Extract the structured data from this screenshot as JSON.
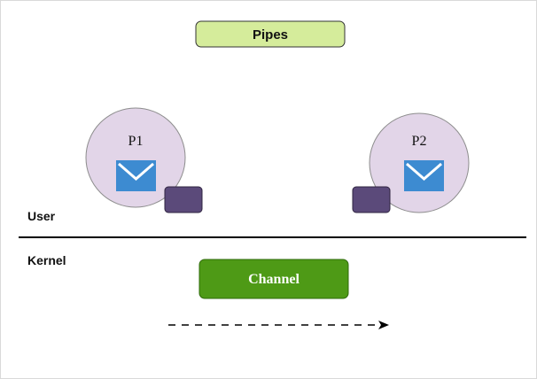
{
  "diagram": {
    "title": "Pipes",
    "zones": {
      "user": "User",
      "kernel": "Kernel"
    },
    "processes": [
      {
        "label": "P1",
        "icon": "mail-icon"
      },
      {
        "label": "P2",
        "icon": "mail-icon"
      }
    ],
    "channel": {
      "label": "Channel"
    },
    "colors": {
      "title_fill": "#d5ec9b",
      "title_border": "#333333",
      "process_fill": "#e2d5e8",
      "process_border": "#8d8d8d",
      "mail_fill": "#3d8bd1",
      "port_fill": "#5b4a7a",
      "port_border": "#2f2440",
      "channel_fill": "#4e9a16",
      "channel_border": "#2f6b0b",
      "separator": "#000000",
      "arrow": "#000000"
    }
  }
}
